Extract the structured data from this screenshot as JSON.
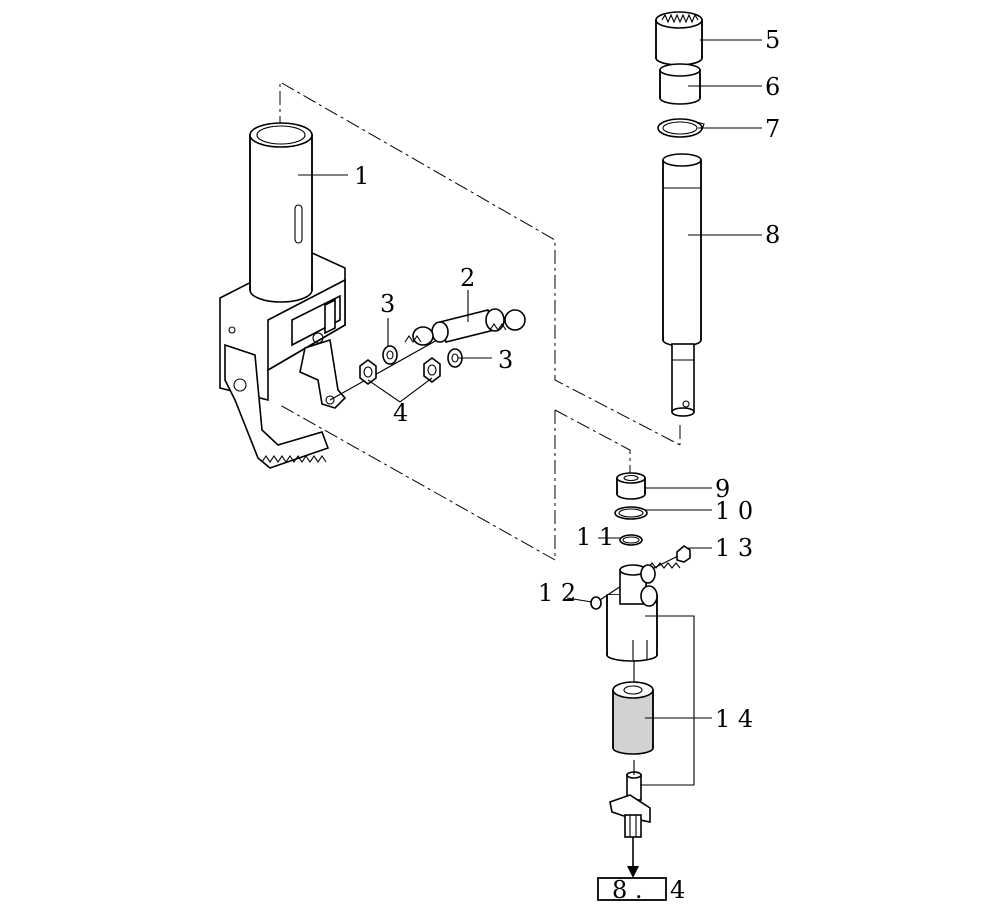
{
  "callouts": {
    "c1": "1",
    "c2": "2",
    "c3a": "3",
    "c3b": "3",
    "c4": "4",
    "c5": "5",
    "c6": "6",
    "c7": "7",
    "c8": "8",
    "c9": "9",
    "c10": "1 0",
    "c11": "1 1",
    "c12": "1 2",
    "c13": "1 3",
    "c14": "1 4"
  },
  "reference": {
    "left": "8 .",
    "right": "4"
  }
}
